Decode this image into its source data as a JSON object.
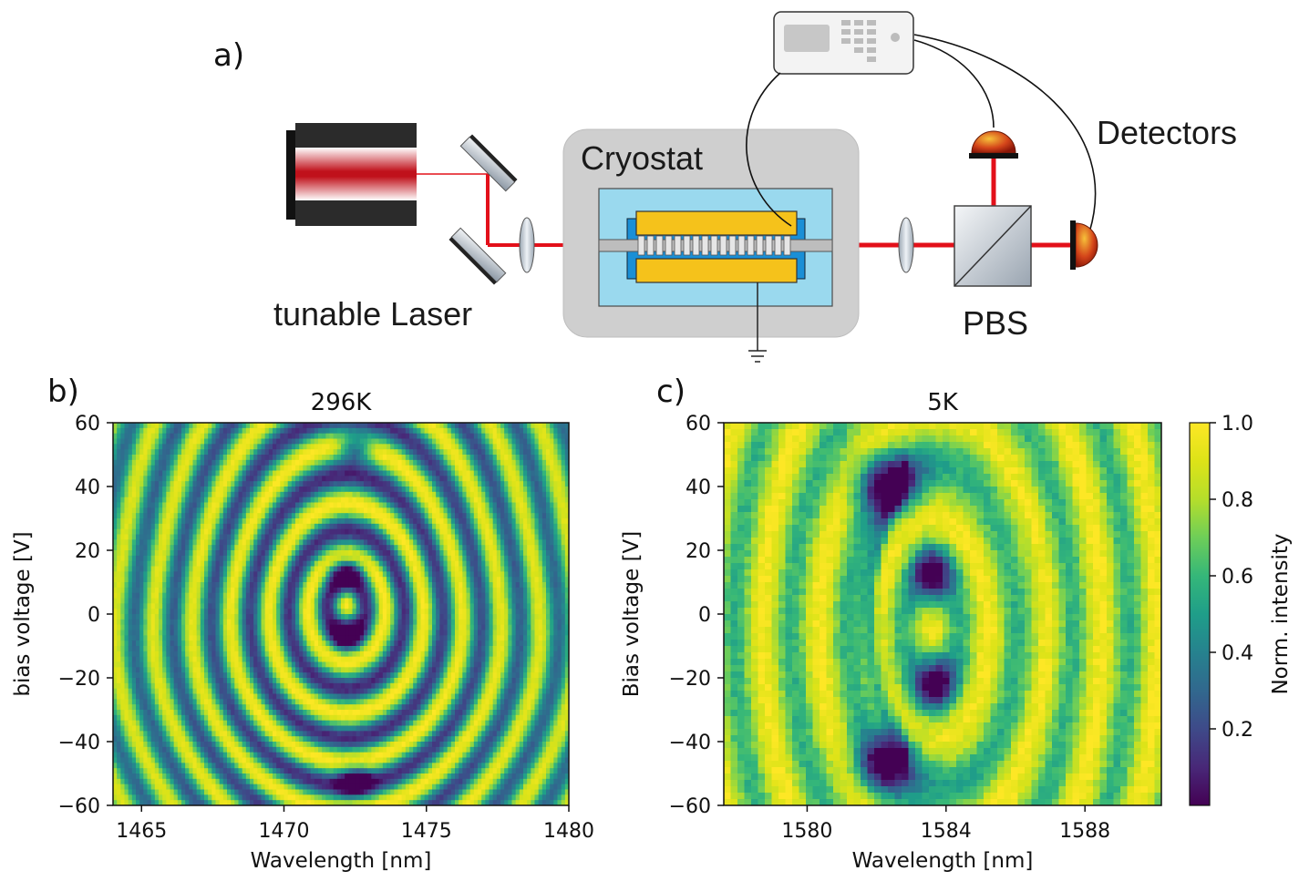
{
  "figure": {
    "panel_a": {
      "label": "a)",
      "laser_label": "tunable Laser",
      "cryostat_label": "Cryostat",
      "detectors_label": "Detectors",
      "pbs_label": "PBS",
      "colors": {
        "beam": "#e3101a",
        "gold": "#f5c21b",
        "blue": "#1a8fd6",
        "chamber": "#9ad9ee",
        "cryostat": "#cfcfcf"
      }
    },
    "colorbar": {
      "label": "Norm. intensity",
      "ticks": [
        "1.0",
        "0.8",
        "0.6",
        "0.4",
        "0.2"
      ],
      "tick_values": [
        1.0,
        0.8,
        0.6,
        0.4,
        0.2
      ],
      "colormap": "viridis"
    }
  },
  "chart_data": [
    {
      "type": "heatmap",
      "panel_label": "b)",
      "title": "296K",
      "xlabel": "Wavelength [nm]",
      "ylabel": "bias voltage [V]",
      "xlim": [
        1464,
        1480
      ],
      "ylim": [
        -60,
        60
      ],
      "xticks": [
        1465,
        1470,
        1475,
        1480
      ],
      "xtick_labels": [
        "1465",
        "1470",
        "1475",
        "1480"
      ],
      "yticks": [
        60,
        40,
        20,
        0,
        -20,
        -40,
        -60
      ],
      "ytick_labels": [
        "60",
        "40",
        "20",
        "0",
        "−20",
        "−40",
        "−60"
      ],
      "value_range": [
        0,
        1
      ],
      "pattern": {
        "center_x": 1472.2,
        "center_y": 3,
        "ring_spacing": 1.35,
        "minima": [
          [
            1472.2,
            13
          ],
          [
            1472.2,
            -7
          ],
          [
            1472.5,
            52
          ],
          [
            1472.5,
            -52
          ]
        ]
      }
    },
    {
      "type": "heatmap",
      "panel_label": "c)",
      "title": "5K",
      "xlabel": "Wavelength [nm]",
      "ylabel": "Bias voltage [V]",
      "xlim": [
        1577.6,
        1590.2
      ],
      "ylim": [
        -60,
        60
      ],
      "xticks": [
        1580,
        1584,
        1588
      ],
      "xtick_labels": [
        "1580",
        "1584",
        "1588"
      ],
      "yticks": [
        60,
        40,
        20,
        0,
        -20,
        -40,
        -60
      ],
      "ytick_labels": [
        "60",
        "40",
        "20",
        "0",
        "−20",
        "−40",
        "−60"
      ],
      "value_range": [
        0,
        1
      ],
      "pattern": {
        "center_x": 1583.6,
        "center_y": -5,
        "minima": [
          [
            1583.6,
            13
          ],
          [
            1583.7,
            -22
          ],
          [
            1582.3,
            41
          ],
          [
            1582.3,
            -47
          ]
        ]
      }
    }
  ]
}
